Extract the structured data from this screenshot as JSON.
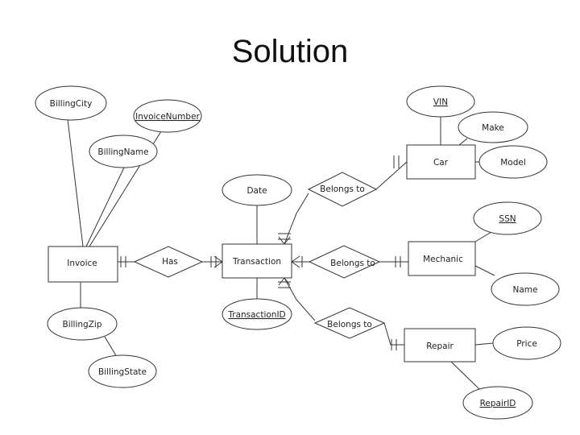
{
  "title": "Solution",
  "entities": {
    "invoice": "Invoice",
    "transaction": "Transaction",
    "car": "Car",
    "mechanic": "Mechanic",
    "repair": "Repair"
  },
  "relationships": {
    "has": "Has",
    "belongs_car": "Belongs to",
    "belongs_mechanic": "Belongs to",
    "belongs_repair": "Belongs to"
  },
  "attributes": {
    "billing_city": "BillingCity",
    "invoice_number": "InvoiceNumber",
    "billing_name": "BillingName",
    "billing_zip": "BillingZip",
    "billing_state": "BillingState",
    "date": "Date",
    "transaction_id": "TransactionID",
    "vin": "VIN",
    "make": "Make",
    "model": "Model",
    "ssn": "SSN",
    "name": "Name",
    "price": "Price",
    "repair_id": "RepairID"
  }
}
